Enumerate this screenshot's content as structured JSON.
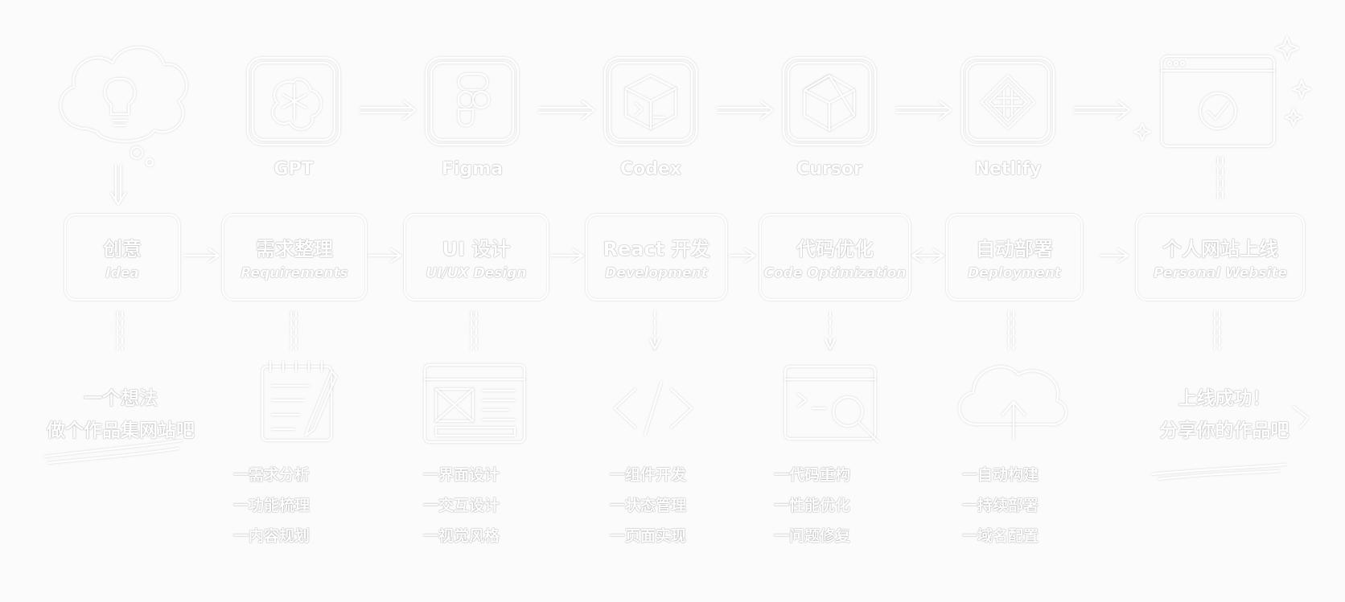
{
  "tools": [
    "GPT",
    "Figma",
    "Codex",
    "Cursor",
    "Netlify"
  ],
  "stages": [
    {
      "cn": "创意",
      "en": "Idea"
    },
    {
      "cn": "需求整理",
      "en": "Requirements"
    },
    {
      "cn": "UI 设计",
      "en": "UI/UX Design"
    },
    {
      "cn": "React 开发",
      "en": "Development"
    },
    {
      "cn": "代码优化",
      "en": "Code Optimization"
    },
    {
      "cn": "自动部署",
      "en": "Deployment"
    },
    {
      "cn": "个人网站上线",
      "en": "Personal Website"
    }
  ],
  "start_note": [
    "一个想法",
    "做个作品集网站吧"
  ],
  "end_note": [
    "上线成功！",
    "分享你的作品吧"
  ],
  "details": [
    [
      "一需求分析",
      "一功能梳理",
      "一内容规划"
    ],
    [
      "一界面设计",
      "一交互设计",
      "一视觉风格"
    ],
    [
      "一组件开发",
      "一状态管理",
      "一页面实现"
    ],
    [
      "一代码重构",
      "一性能优化",
      "一问题修复"
    ],
    [
      "一自动构建",
      "一持续部署",
      "一域名配置"
    ]
  ]
}
